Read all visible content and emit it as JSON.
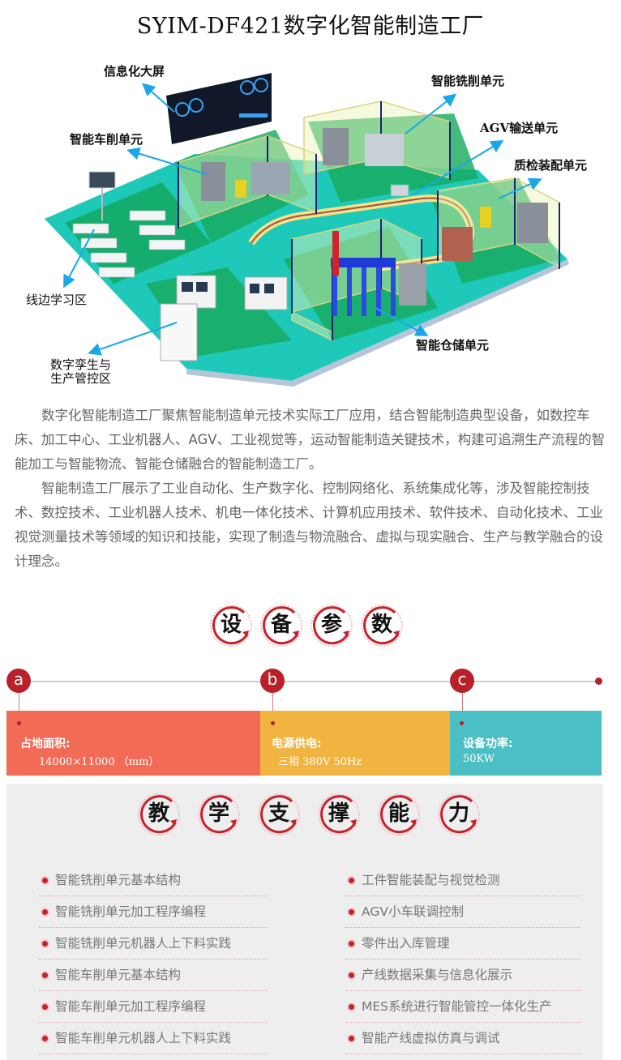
{
  "page": {
    "title": "SYIM-DF421数字化智能制造工厂"
  },
  "diagram": {
    "callouts": [
      {
        "id": "info-screen",
        "label": "信息化大屏"
      },
      {
        "id": "turning-unit",
        "label": "智能车削单元"
      },
      {
        "id": "milling-unit",
        "label": "智能铣削单元"
      },
      {
        "id": "agv-unit",
        "label": "AGV输送单元"
      },
      {
        "id": "qc-assembly-unit",
        "label": "质检装配单元"
      },
      {
        "id": "study-area",
        "label": "线边学习区"
      },
      {
        "id": "twin-control-area-line1",
        "label": "数字孪生与"
      },
      {
        "id": "twin-control-area-line2",
        "label": "生产管控区"
      },
      {
        "id": "storage-unit",
        "label": "智能仓储单元"
      }
    ],
    "arrow_color": "#1aa7e8",
    "floor_color": "#1fc9b9"
  },
  "intro": {
    "paragraphs": [
      "数字化智能制造工厂聚焦智能制造单元技术实际工厂应用，结合智能制造典型设备，如数控车床、加工中心、工业机器人、AGV、工业视觉等，运动智能制造关键技术，构建可追溯生产流程的智能加工与智能物流、智能仓储融合的智能制造工厂。",
      "智能制造工厂展示了工业自动化、生产数字化、控制网络化、系统集成化等，涉及智能控制技术、数控技术、工业机器人技术、机电一体化技术、计算机应用技术、软件技术、自动化技术、工业视觉测量技术等领域的知识和技能，实现了制造与物流融合、虚拟与现实融合、生产与教学融合的设计理念。"
    ]
  },
  "params_heading": {
    "chars": [
      "设",
      "备",
      "参",
      "数"
    ]
  },
  "timeline": {
    "nodes": [
      "a",
      "b",
      "c"
    ],
    "accent": "#b8202a"
  },
  "specs": [
    {
      "label": "占地面积:",
      "value": "14000×11000  （mm）",
      "color": "#f26b57"
    },
    {
      "label": "电源供电:",
      "value": "三相 380V    50Hz",
      "color": "#f2b440"
    },
    {
      "label": "设备功率:",
      "value": "50KW",
      "color": "#4bbfc4"
    }
  ],
  "teaching_heading": {
    "chars": [
      "教",
      "学",
      "支",
      "撑",
      "能",
      "力"
    ]
  },
  "teaching": {
    "left": [
      "智能铣削单元基本结构",
      "智能铣削单元加工程序编程",
      "智能铣削单元机器人上下料实践",
      "智能车削单元基本结构",
      "智能车削单元加工程序编程",
      "智能车削单元机器人上下料实践"
    ],
    "right": [
      "工件智能装配与视觉检测",
      "AGV小车联调控制",
      "零件出入库管理",
      "产线数据采集与信息化展示",
      "MES系统进行智能管控一体化生产",
      "智能产线虚拟仿真与调试"
    ]
  }
}
